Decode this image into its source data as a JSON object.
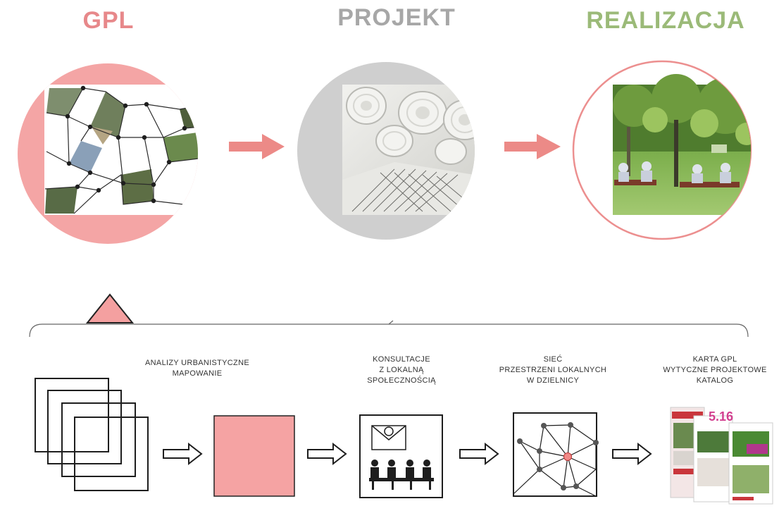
{
  "colors": {
    "gpl": "#e7888a",
    "projekt": "#a7a7a7",
    "realizacja": "#9bba78",
    "pink_fill": "#f4a0a0",
    "stroke": "#222222"
  },
  "stages": [
    {
      "title": "GPL"
    },
    {
      "title": "PROJEKT"
    },
    {
      "title": "REALIZACJA"
    }
  ],
  "steps": [
    {
      "caption_lines": [
        "ANALIZY URBANISTYCZNE",
        "MAPOWANIE"
      ]
    },
    {
      "caption_lines": [
        "KONSULTACJE",
        "Z LOKALNĄ",
        "SPOŁECZNOŚCIĄ"
      ]
    },
    {
      "caption_lines": [
        "SIEĆ",
        "PRZESTRZENI LOKALNYCH",
        "W DZIELNICY"
      ]
    },
    {
      "caption_lines": [
        "KARTA GPL",
        "WYTYCZNE PROJEKTOWE",
        "KATALOG"
      ]
    }
  ],
  "catalog": {
    "badge": "5.16",
    "icon": "catalog-pages-icon"
  },
  "icons": [
    "network-photo-collage",
    "rolled-plans-photo",
    "park-photo",
    "stacked-frames-icon",
    "pink-square-icon",
    "email-meeting-icon",
    "network-map-icon",
    "arrow-right-icon",
    "triangle-marker-icon"
  ]
}
